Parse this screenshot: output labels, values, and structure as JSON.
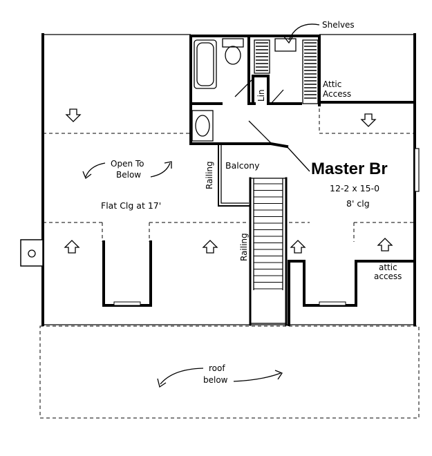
{
  "labels": {
    "shelves": "Shelves",
    "attic_access_1": "Attic",
    "attic_access_2": "Access",
    "linen": "Lin",
    "open_to_below_1": "Open To",
    "open_to_below_2": "Below",
    "railing_left": "Railing",
    "railing_stair": "Railing",
    "balcony": "Balcony",
    "master_title": "Master Br",
    "master_size": "12-2 x 15-0",
    "master_ceiling": "8' clg",
    "flat_ceiling": "Flat Clg at 17'",
    "attic_access_small_1": "attic",
    "attic_access_small_2": "access",
    "roof_below_1": "roof",
    "roof_below_2": "below"
  }
}
